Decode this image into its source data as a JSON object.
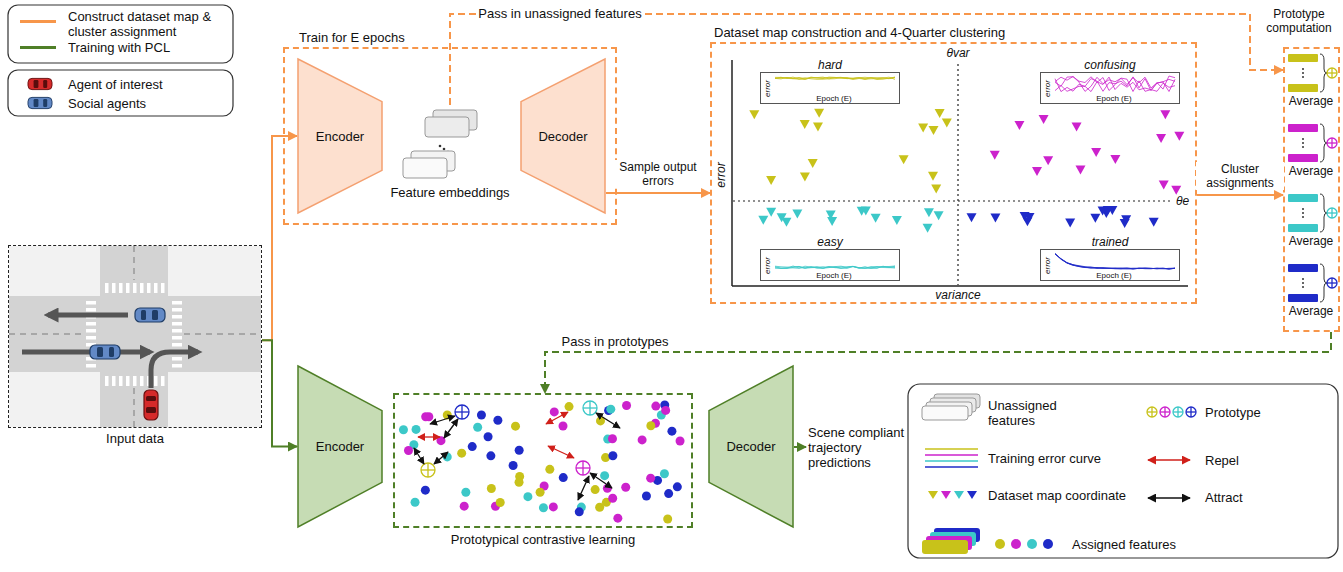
{
  "diagram": {
    "nodes": [
      {
        "text": [
          "Train for E epochs"
        ]
      },
      {
        "text": [
          "Encoder"
        ],
        "in": 0
      },
      {
        "text": [
          "Feature embeddings"
        ],
        "in": 0
      },
      {
        "text": [
          "Decoder"
        ],
        "in": 0
      },
      {
        "text": [
          "Dataset map construction and 4-Quarter clustering"
        ]
      },
      {
        "text": [
          "hard",
          "error",
          "Epoch (E)"
        ],
        "in": 4
      },
      {
        "text": [
          "confusing",
          "error",
          "Epoch (E)"
        ],
        "in": 4
      },
      {
        "text": [
          "easy",
          "error",
          "Epoch (E)"
        ],
        "in": 4
      },
      {
        "text": [
          "trained",
          "error",
          "Epoch (E)"
        ],
        "in": 4
      },
      {
        "text": [
          "Prototype computation"
        ]
      },
      {
        "text": [
          "Input data"
        ]
      },
      {
        "text": [
          "Encoder"
        ]
      },
      {
        "text": [
          "Prototypical contrastive learning"
        ]
      },
      {
        "text": [
          "Decoder"
        ]
      },
      {
        "text": [
          "Scene compliant trajectory predictions"
        ]
      }
    ],
    "edges": [
      {
        "from": 10,
        "to": 1,
        "arrow": "to"
      },
      {
        "from": 10,
        "to": 11,
        "arrow": "to"
      },
      {
        "from": 2,
        "to": 9,
        "arrow": "to",
        "label": "Pass in unassigned features"
      },
      {
        "from": 3,
        "to": 4,
        "arrow": "to",
        "label": "Sample output errors"
      },
      {
        "from": 4,
        "to": 9,
        "arrow": "to",
        "label": "Cluster assignments"
      },
      {
        "from": 9,
        "to": 12,
        "arrow": "to",
        "label": "Pass in prototypes"
      },
      {
        "from": 13,
        "to": 14,
        "arrow": "to"
      }
    ],
    "labels": [
      "θvar",
      "θe",
      "error",
      "variance",
      "Average",
      "Average",
      "Average",
      "Average"
    ],
    "legend": [
      {
        "text": "Construct dataset map & cluster assignment",
        "color": "#f7964a"
      },
      {
        "text": "Training with PCL",
        "color": "#4f7f27"
      },
      {
        "text": "Agent of interest"
      },
      {
        "text": "Social agents"
      },
      {
        "text": "Unassigned features"
      },
      {
        "text": "Prototype"
      },
      {
        "text": "Training error curve"
      },
      {
        "text": "Repel"
      },
      {
        "text": "Dataset map coordinate"
      },
      {
        "text": "Attract"
      },
      {
        "text": "Assigned features"
      }
    ]
  }
}
